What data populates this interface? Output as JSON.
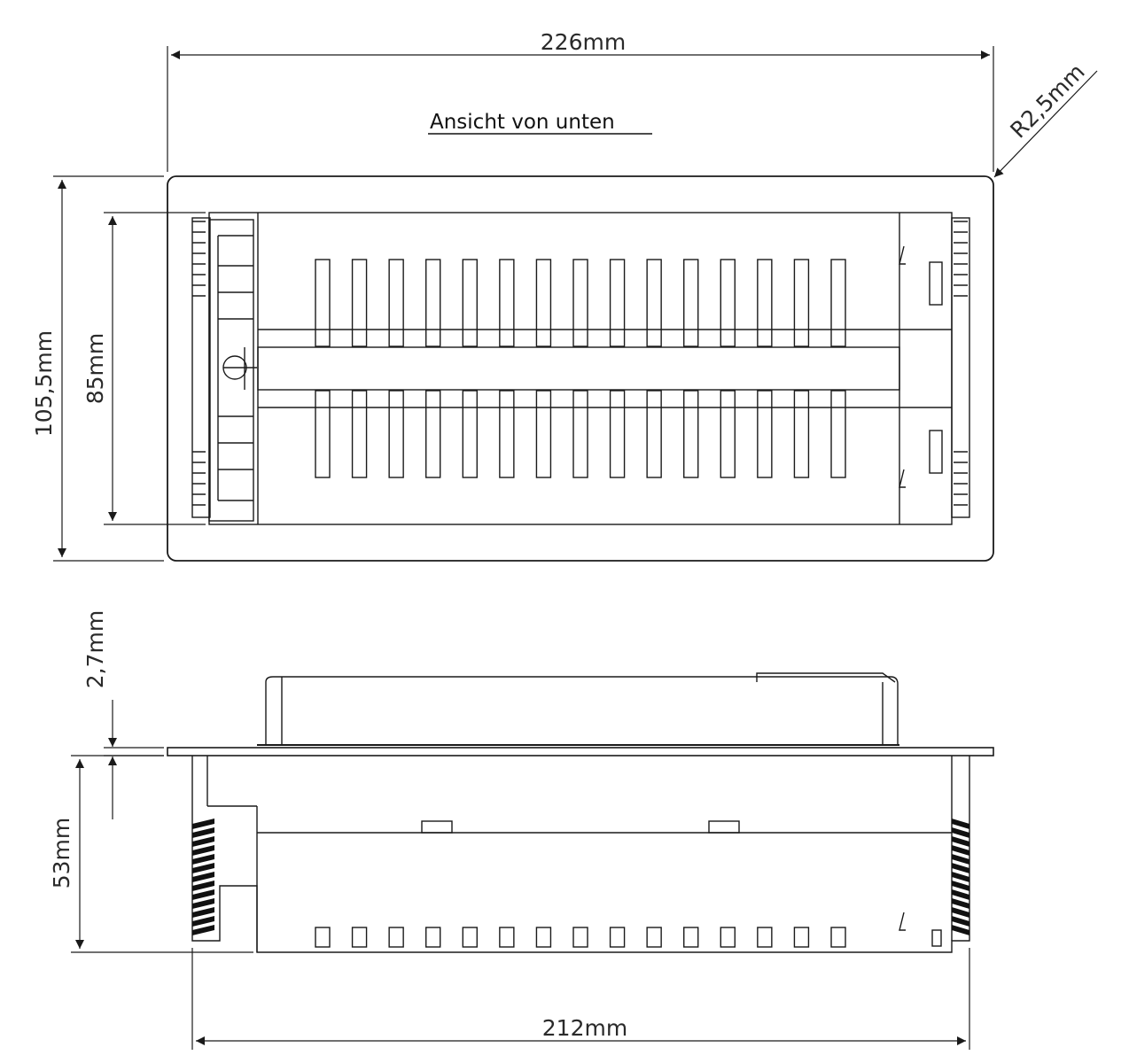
{
  "title": "Ansicht von unten",
  "dimensions": {
    "total_width": "226mm",
    "radius": "R2,5mm",
    "total_depth": "105,5mm",
    "inner_depth": "85mm",
    "flange_height": "2,7mm",
    "body_height": "53mm",
    "body_width": "212mm"
  },
  "views": {
    "top_view": "Ansicht von unten",
    "side_view": ""
  },
  "grille": {
    "slot_count_per_row": 15,
    "rows": 2
  },
  "colors": {
    "line": "#1a1a1a",
    "background": "#ffffff"
  }
}
